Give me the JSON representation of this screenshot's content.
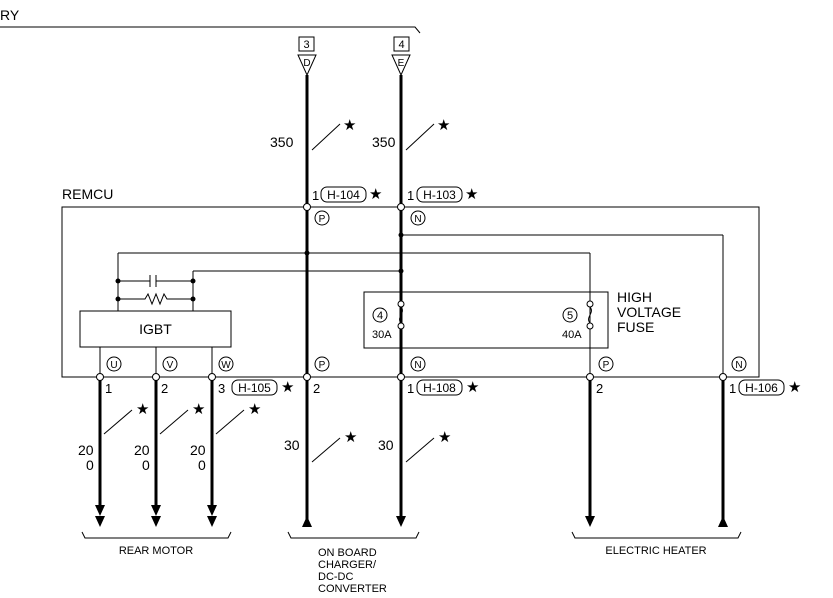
{
  "top_label": "RY",
  "battery_terminals": [
    {
      "num": "3",
      "letter": "D"
    },
    {
      "num": "4",
      "letter": "E"
    }
  ],
  "top_wires": [
    {
      "size": "350",
      "star": "★"
    },
    {
      "size": "350",
      "star": "★"
    }
  ],
  "remcu": {
    "label": "REMCU",
    "top_pins": [
      {
        "pin": "1",
        "connector": "H-104",
        "star": "★",
        "polarity": "P"
      },
      {
        "pin": "1",
        "connector": "H-103",
        "star": "★",
        "polarity": "N"
      }
    ],
    "igbt_label": "IGBT",
    "fuse": {
      "title": [
        "HIGH",
        "VOLTAGE",
        "FUSE"
      ],
      "fuses": [
        {
          "num": "4",
          "rating": "30A"
        },
        {
          "num": "5",
          "rating": "40A"
        }
      ]
    },
    "bottom_polarities": [
      "U",
      "V",
      "W",
      "P",
      "N",
      "P",
      "N"
    ],
    "bottom_pins": [
      "1",
      "2",
      "3",
      "2",
      "1",
      "2",
      "1"
    ],
    "bottom_connectors": [
      {
        "name": "H-105",
        "star": "★"
      },
      {
        "name": "H-108",
        "star": "★"
      },
      {
        "name": "H-106",
        "star": "★"
      }
    ]
  },
  "bottom_wires": [
    {
      "size_line1": "20",
      "size_line2": "0",
      "star": "★"
    },
    {
      "size_line1": "20",
      "size_line2": "0",
      "star": "★"
    },
    {
      "size_line1": "20",
      "size_line2": "0",
      "star": "★"
    },
    {
      "size_line1": "30",
      "size_line2": "",
      "star": "★"
    },
    {
      "size_line1": "30",
      "size_line2": "",
      "star": "★"
    }
  ],
  "destinations": {
    "rear_motor": "REAR MOTOR",
    "charger": [
      "ON BOARD",
      "CHARGER/",
      "DC-DC",
      "CONVERTER"
    ],
    "heater": "ELECTRIC HEATER"
  }
}
